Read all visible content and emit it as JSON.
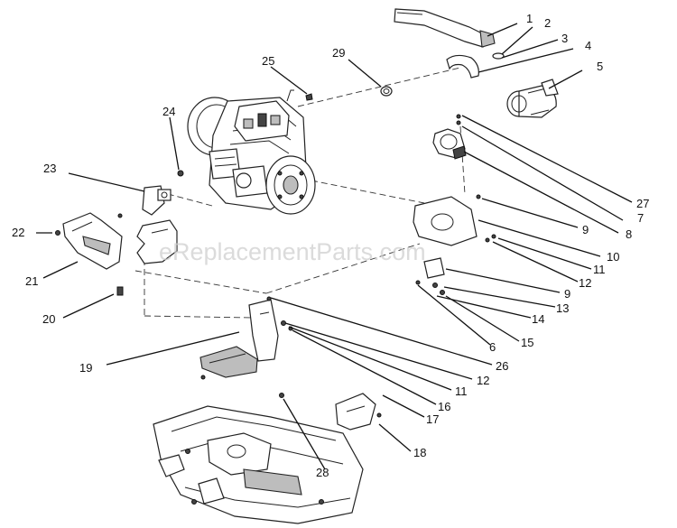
{
  "watermark": "eReplacementParts.com",
  "callouts": {
    "c1": "1",
    "c2": "2",
    "c3": "3",
    "c4": "4",
    "c5": "5",
    "c6": "6",
    "c7": "7",
    "c8": "8",
    "c9a": "9",
    "c9b": "9",
    "c10": "10",
    "c11a": "11",
    "c11b": "11",
    "c12a": "12",
    "c12b": "12",
    "c13": "13",
    "c14": "14",
    "c15": "15",
    "c16": "16",
    "c17": "17",
    "c18": "18",
    "c19": "19",
    "c20": "20",
    "c21": "21",
    "c22": "22",
    "c23": "23",
    "c24": "24",
    "c25": "25",
    "c26": "26",
    "c27": "27",
    "c28": "28",
    "c29": "29"
  }
}
